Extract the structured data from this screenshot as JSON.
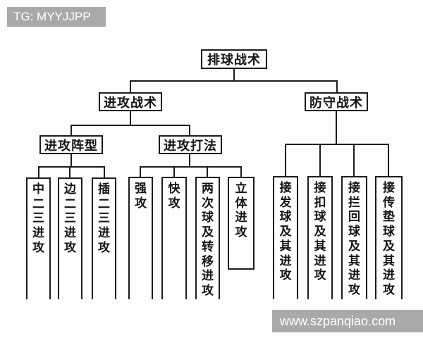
{
  "watermarks": {
    "top_left": "TG: MYYJJPP",
    "bottom_right": "www.szpanqiao.com"
  },
  "colors": {
    "line": "#1c1c1c",
    "banner_bg": "#a9a9a9",
    "banner_text": "#ffffff",
    "background": "#fdfdfd"
  },
  "tree": {
    "root": "排球战术",
    "offense": {
      "label": "进攻战术",
      "formation": {
        "label": "进攻阵型",
        "children": [
          "中二三进攻",
          "边二三进攻",
          "插二三进攻"
        ]
      },
      "playstyle": {
        "label": "进攻打法",
        "children": [
          "强攻",
          "快攻",
          "两次球及转移进攻",
          "立体进攻"
        ]
      }
    },
    "defense": {
      "label": "防守战术",
      "children": [
        "接发球及其进攻",
        "接扣球及其进攻",
        "接拦回球及其进攻",
        "接传垫球及其进攻"
      ]
    }
  }
}
